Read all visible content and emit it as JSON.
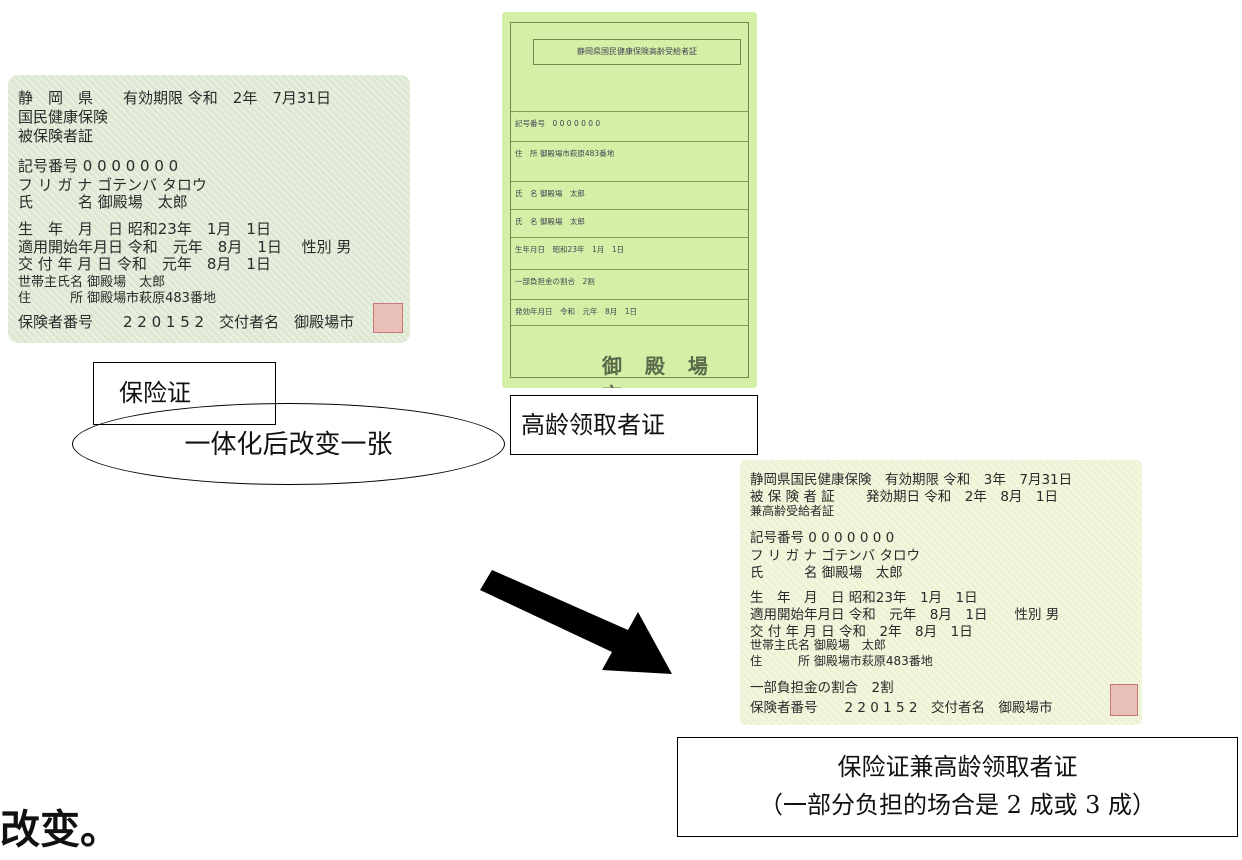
{
  "card1": {
    "lines": [
      "静　岡　県　　有効期限 令和　2年　7月31日",
      "国民健康保険",
      "被保険者証",
      "記号番号 0 0 0 0 0 0 0",
      "フ リ ガ ナ ゴテンバ タロウ",
      "氏　　　名 御殿場　太郎",
      "生　年　月　日 昭和23年　1月　1日",
      "適用開始年月日 令和　元年　8月　1日　 性別 男",
      "交 付 年 月 日 令和　元年　8月　1日",
      "世帯主氏名 御殿場　太郎",
      "住　　　所 御殿場市萩原483番地",
      "保険者番号　　2 2 0 1 5 2　交付者名　御殿場市"
    ]
  },
  "card2": {
    "title": "静岡県国民健康保険高齢受給者証",
    "rows": [
      "記号番号　0 0 0 0 0 0 0",
      "住　所 御殿場市萩原483番地",
      "氏　名 御殿場　太郎",
      "氏　名 御殿場　太郎",
      "生年月日　昭和23年　1月　1日",
      "一部負担金の割合　2割",
      "発効年月日　令和　元年　8月　1日"
    ],
    "city": "御 殿 場 市"
  },
  "card3": {
    "lines": [
      "静岡県国民健康保険　有効期限 令和　3年　7月31日",
      "被 保 険 者 証　　 発効期日 令和　2年　8月　1日",
      "兼高齢受給者証",
      "記号番号 0 0 0 0 0 0 0",
      "フ リ ガ ナ ゴテンバ タロウ",
      "氏　　　名 御殿場　太郎",
      "生　年　月　日 昭和23年　1月　1日",
      "適用開始年月日 令和　元年　8月　1日　　性別 男",
      "交 付 年 月 日 令和　2年　8月　1日",
      "世帯主氏名 御殿場　太郎",
      "住　　　所 御殿場市萩原483番地",
      "一部負担金の割合　2割",
      "保険者番号　　2 2 0 1 5 2　交付者名　御殿場市"
    ]
  },
  "labels": {
    "card1": "保险证",
    "card2": "高龄领取者证",
    "ellipse": "一体化后改变一张",
    "card3_line1": "保险证兼高龄领取者证",
    "card3_line2": "（一部分负担的场合是 2 成或 3 成）",
    "bottom_partial": "改变。"
  }
}
